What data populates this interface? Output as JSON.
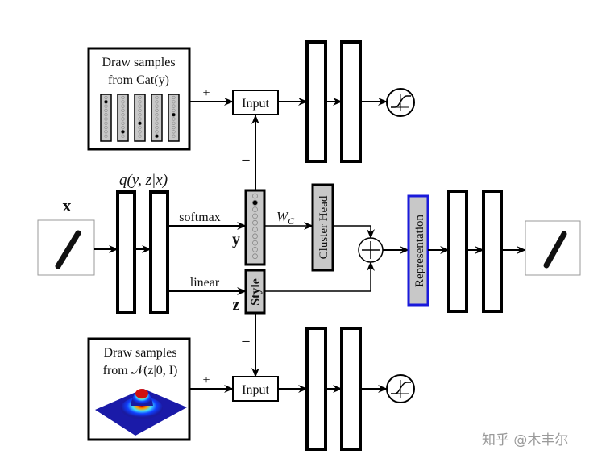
{
  "top_sampler": {
    "line1": "Draw samples",
    "line2": "from Cat(y)"
  },
  "bottom_sampler": {
    "line1": "Draw samples",
    "line2": "from 𝒩(z|0, I)"
  },
  "plus_label": "+",
  "minus_label": "−",
  "input_label": "Input",
  "encoder_label": "q(y, z|x)",
  "x_label": "x",
  "softmax_label": "softmax",
  "linear_label": "linear",
  "y_label": "y",
  "z_label": "z",
  "style_label": "Style",
  "wc_label": "W",
  "wc_sub": "C",
  "cluster_head_label": "Cluster Head",
  "representation_label": "Representation",
  "watermark": "知乎 @木丰尔",
  "colors": {
    "representation_border": "#1a1adb",
    "vector_fill": "#c8c8c8"
  }
}
